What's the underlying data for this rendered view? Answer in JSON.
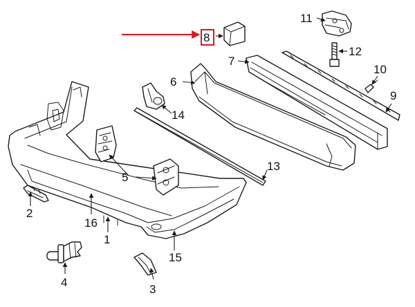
{
  "colors": {
    "highlight": "#e0141e",
    "line": "#1a1a1a",
    "background": "#ffffff"
  },
  "highlighted_part": "8",
  "callouts": {
    "c1": "1",
    "c2": "2",
    "c3": "3",
    "c4": "4",
    "c5": "5",
    "c6": "6",
    "c7": "7",
    "c8": "8",
    "c9": "9",
    "c10": "10",
    "c11": "11",
    "c12": "12",
    "c13": "13",
    "c14": "14",
    "c15": "15",
    "c16": "16"
  }
}
